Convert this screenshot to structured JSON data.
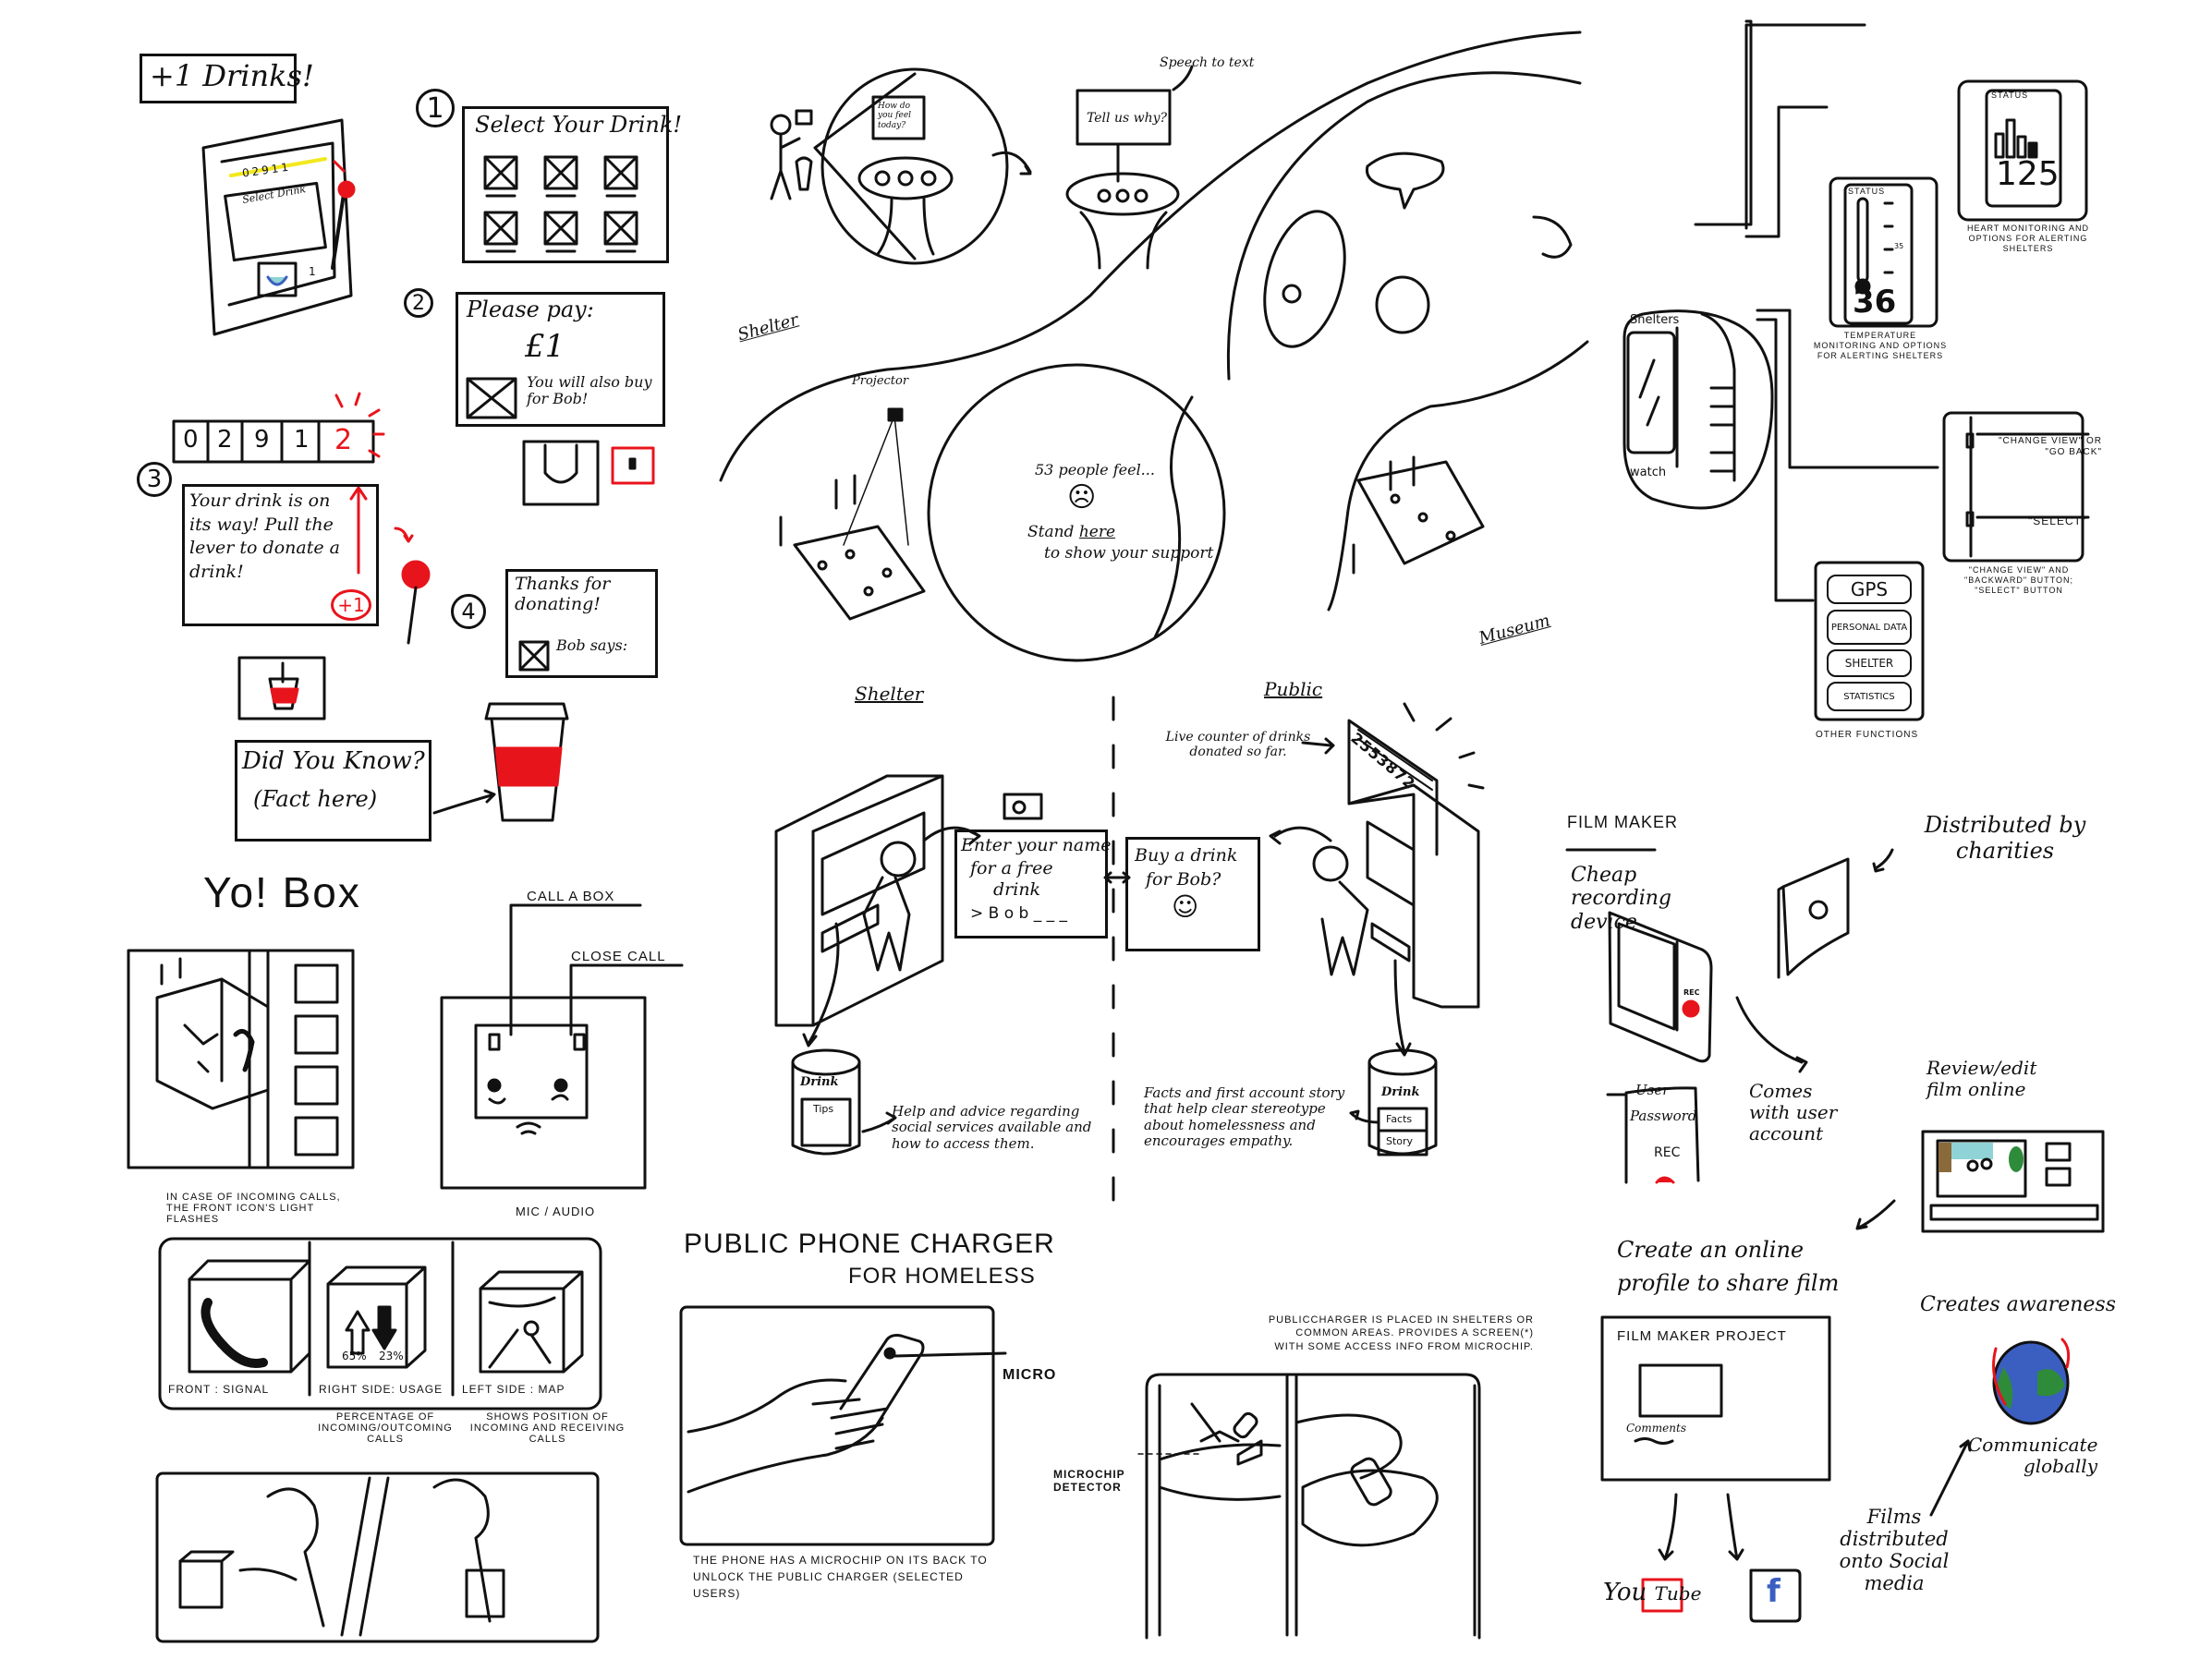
{
  "drinks": {
    "title": "+1 Drinks!",
    "machine_screen": "Select Drink",
    "machine_counter": "02911",
    "machine_slot": "1",
    "steps": [
      {
        "num": "1",
        "text": "Select Your Drink!"
      },
      {
        "num": "2",
        "text": "Please pay:",
        "price": "£1",
        "note": "You will also buy for Bob!"
      },
      {
        "num": "3",
        "counter": [
          "0",
          "2",
          "9",
          "1",
          "2"
        ],
        "text": "Your drink is on its way! Pull the lever to donate a drink!",
        "badge": "+1"
      },
      {
        "num": "4",
        "text": "Thanks for donating!",
        "note": "Bob says:"
      }
    ],
    "fact_box": {
      "title": "Did You Know?",
      "body": "(Fact here)"
    }
  },
  "yobox": {
    "title": "Yo! Box",
    "call_label": "CALL A BOX",
    "close_label": "CLOSE CALL",
    "incoming_note": "IN CASE OF INCOMING CALLS, THE FRONT ICON'S LIGHT FLASHES",
    "mic_label": "MIC / AUDIO",
    "panels": [
      {
        "label": "FRONT : SIGNAL",
        "caption": ""
      },
      {
        "label": "RIGHT SIDE: USAGE",
        "caption": "PERCENTAGE OF INCOMING/OUTCOMING CALLS",
        "up": "65%",
        "down": "23%"
      },
      {
        "label": "LEFT SIDE : MAP",
        "caption": "SHOWS POSITION OF INCOMING AND RECEIVING CALLS"
      }
    ]
  },
  "mood": {
    "kiosk_prompt": "How do you feel today?",
    "followup_prompt": "Tell us why?",
    "speech_note": "Speech to text",
    "shelter_label": "Shelter",
    "projector_label": "Projector",
    "projection_count": "53 people feel...",
    "projection_cta_pre": "Stand ",
    "projection_cta_link": "here",
    "projection_cta_post": " to show your support",
    "museum_label": "Museum"
  },
  "drink_flow": {
    "shelter_header": "Shelter",
    "public_header": "Public",
    "shelter_screen": {
      "line1": "Enter your name",
      "line2": "for a free",
      "line3": "drink",
      "input_value": "> B o b _ _ _"
    },
    "public_screen": {
      "line1": "Buy a drink",
      "line2": "for Bob?"
    },
    "live_counter_note": "Live counter of drinks donated so far.",
    "live_counter_value": "2553872",
    "shelter_can": {
      "label": "Drink",
      "insert": "Tips"
    },
    "shelter_can_note": "Help and advice regarding social services available and how to access them.",
    "public_can": {
      "label": "Drink",
      "insert1": "Facts",
      "insert2": "Story"
    },
    "public_can_note": "Facts and first account story that help clear stereotype about homelessness and encourages empathy."
  },
  "charger": {
    "title_line1": "PUBLIC PHONE CHARGER",
    "title_line2": "FOR HOMELESS",
    "micro_label": "MICRO",
    "phone_caption": "THE PHONE HAS A MICROCHIP ON ITS BACK TO UNLOCK THE PUBLIC CHARGER (SELECTED USERS)",
    "placement_note": "PUBLICCHARGER IS PLACED IN SHELTERS OR COMMON AREAS. PROVIDES A SCREEN(*) WITH SOME ACCESS INFO FROM MICROCHIP.",
    "detector_label": "MICROCHIP DETECTOR"
  },
  "watch": {
    "brand_top": "Shelters",
    "brand_bottom": "watch",
    "heart": {
      "status": "STATUS",
      "value": "125",
      "caption": "HEART MONITORING AND OPTIONS FOR ALERTING SHELTERS"
    },
    "temp": {
      "status": "STATUS",
      "tick": "35",
      "value": "36",
      "caption": "TEMPERATURE MONITORING AND OPTIONS FOR ALERTING SHELTERS"
    },
    "buttons": {
      "top": "\"CHANGE VIEW\" or \"GO BACK\"",
      "bottom": "\"SELECT\"",
      "caption": "\"CHANGE VIEW\" AND \"BACKWARD\" BUTTON; \"SELECT\" BUTTON"
    },
    "menu": {
      "items": [
        "GPS",
        "PERSONAL DATA",
        "SHELTER",
        "STATISTICS"
      ],
      "caption": "OTHER FUNCTIONS"
    }
  },
  "film": {
    "title": "FILM MAKER",
    "device_note": "Cheap recording device",
    "rec_label": "REC",
    "distributed_note": "Distributed by charities",
    "login": {
      "user": "User",
      "password": "Password",
      "rec": "REC"
    },
    "account_note": "Comes with user account",
    "review_note": "Review/edit film online",
    "profile_note": "Create an online profile to share film",
    "profile_title": "FILM MAKER PROJECT",
    "comments_label": "Comments",
    "awareness_note": "Creates awareness",
    "global_note": "Communicate globally",
    "social_note": "Films distributed onto Social media",
    "youtube_you": "You",
    "youtube_tube": "Tube",
    "facebook_letter": "f"
  },
  "colors": {
    "ink": "#111111",
    "red": "#e8141c",
    "blue": "#3a5fc0",
    "green": "#2e8b3a",
    "yellow": "#f2e81e",
    "cyan": "#8fd3d6",
    "brown": "#8a6a3a"
  }
}
